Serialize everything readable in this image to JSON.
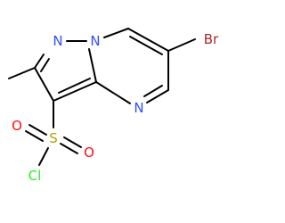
{
  "colors": {
    "bond": "#000000",
    "nitrogen": "#3050f8",
    "oxygen": "#ff0d0d",
    "sulfur": "#b5a000",
    "chlorine": "#1ff01f",
    "bromine": "#a62929"
  },
  "atoms": {
    "n1": "N",
    "n2": "N",
    "n4": "N",
    "br": "Br",
    "s": "S",
    "o1": "O",
    "o2": "O",
    "cl": "Cl"
  }
}
